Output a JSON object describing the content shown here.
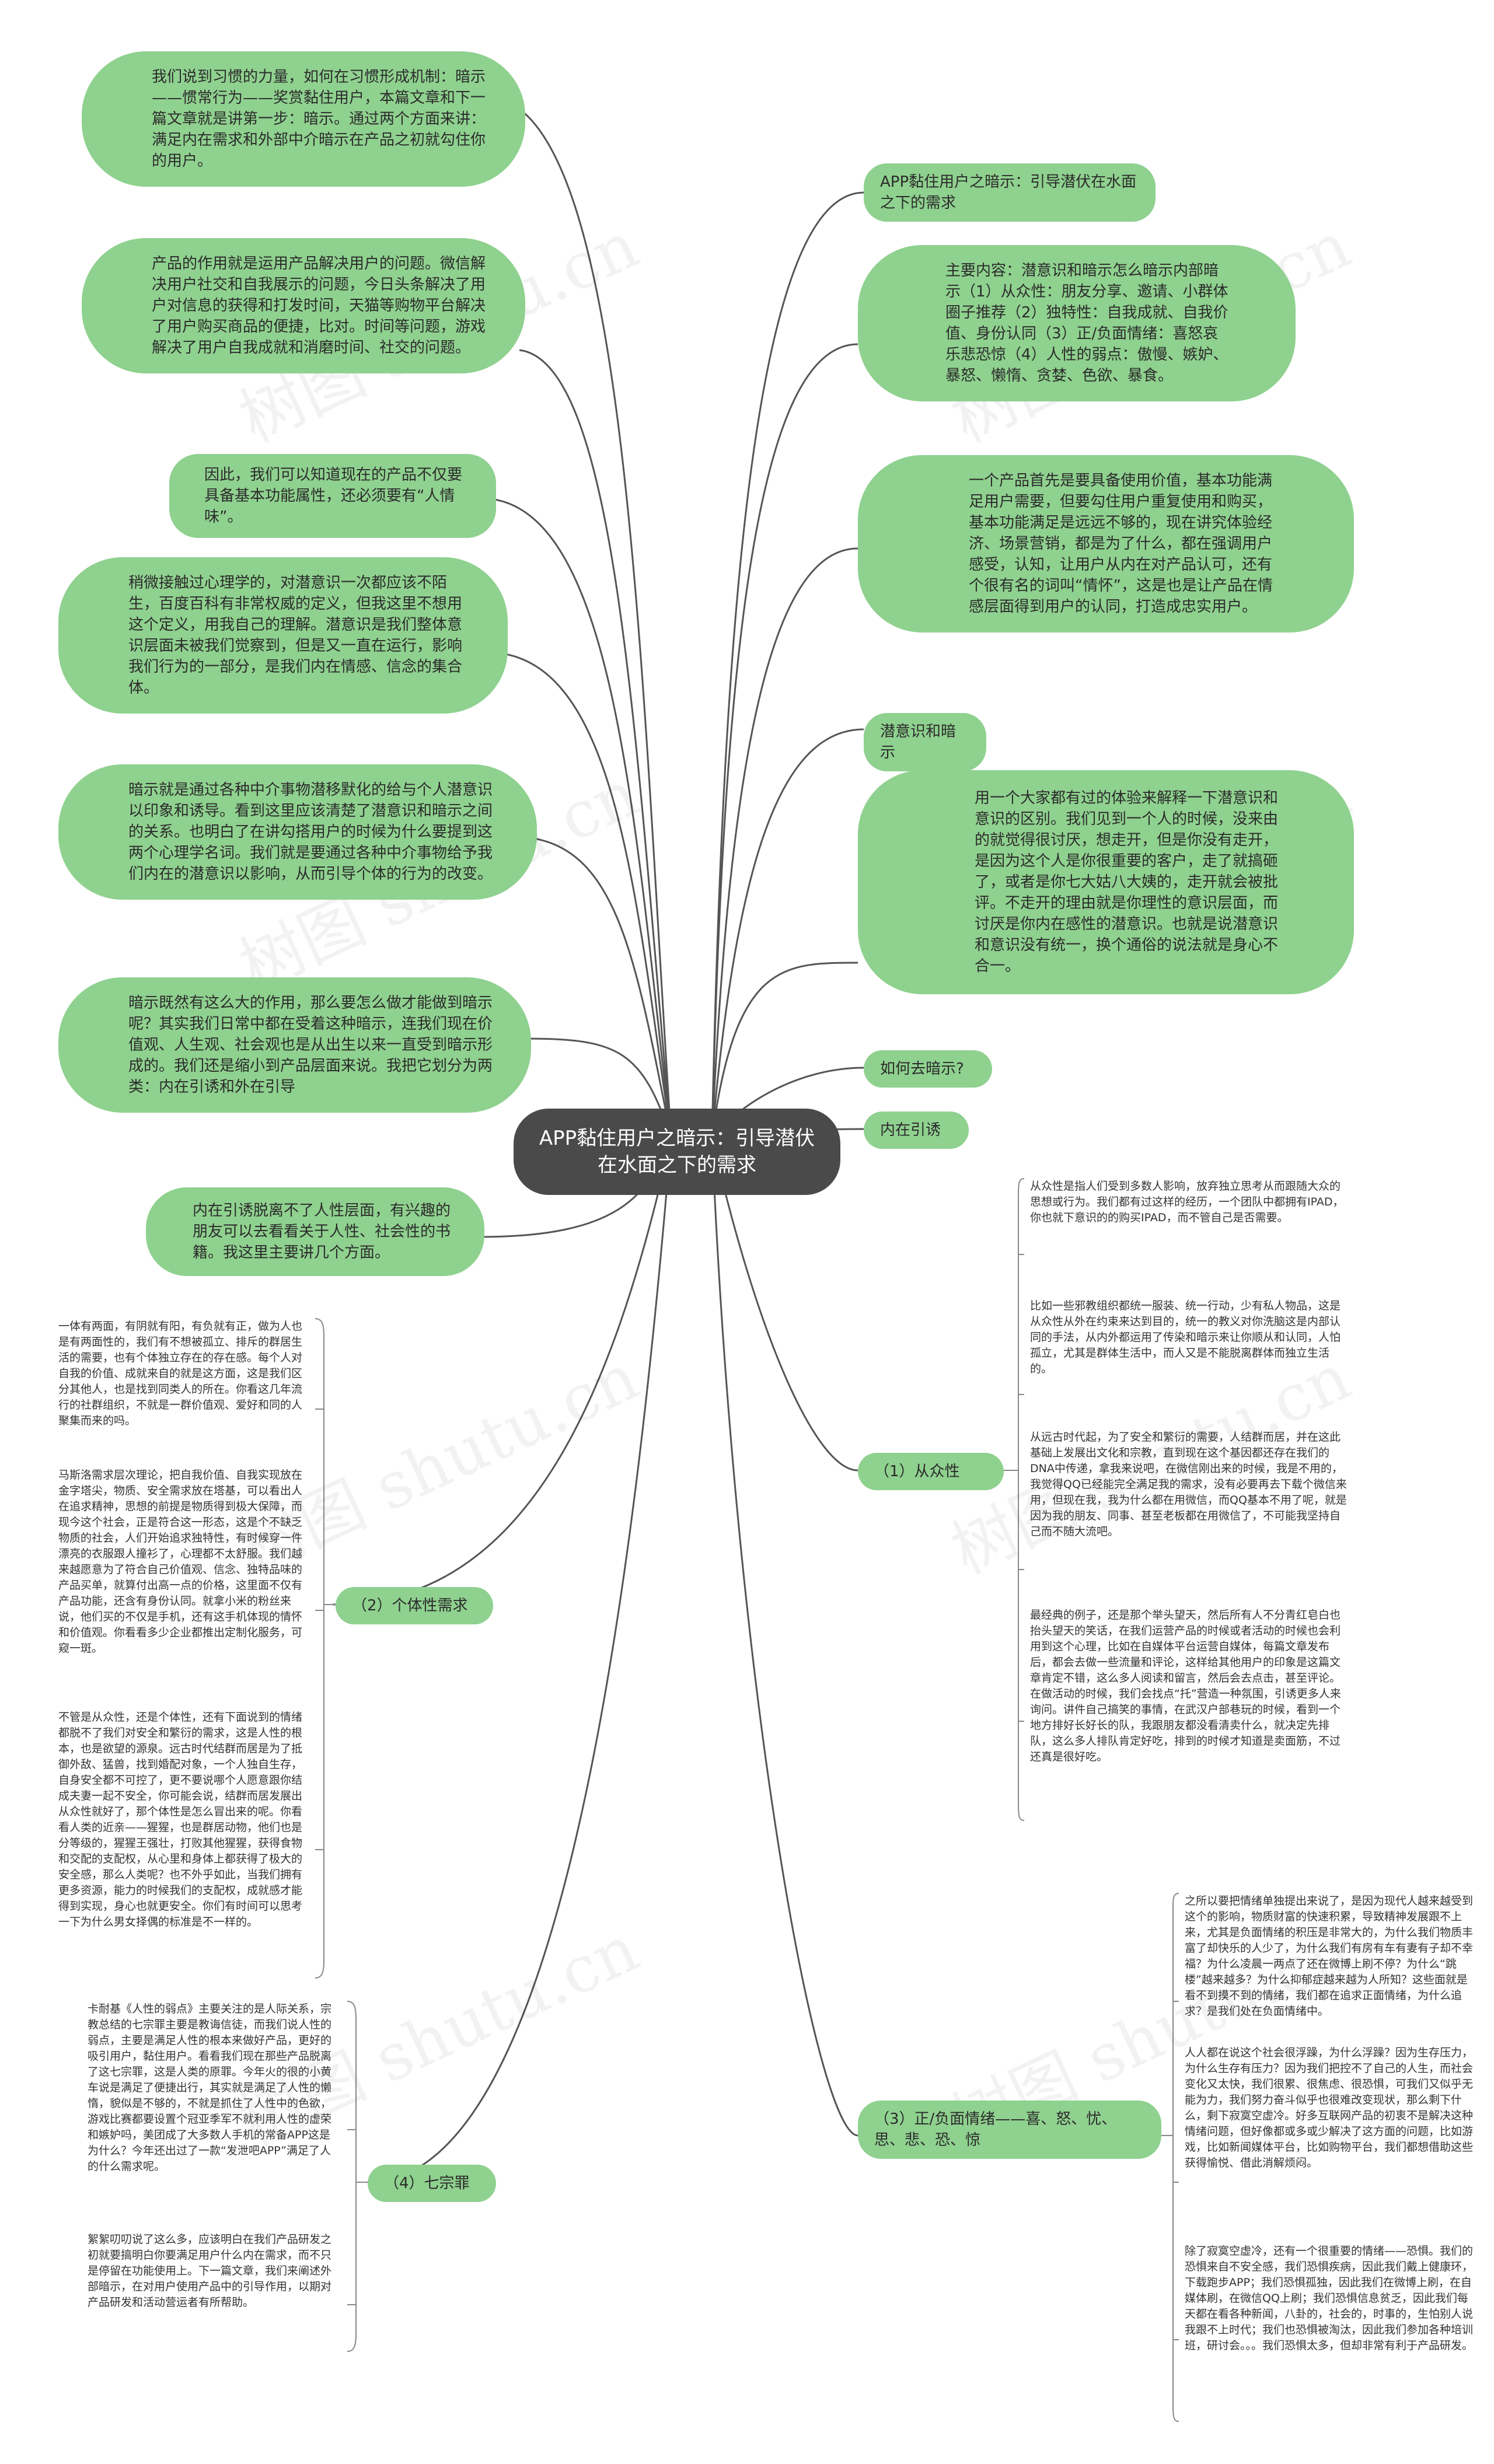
{
  "root": {
    "title": "APP黏住用户之暗示：引导潜伏在水面之下的需求"
  },
  "left_bubbles": [
    "我们说到习惯的力量，如何在习惯形成机制：暗示——惯常行为——奖赏黏住用户，本篇文章和下一篇文章就是讲第一步：暗示。通过两个方面来讲：满足内在需求和外部中介暗示在产品之初就勾住你的用户。",
    "产品的作用就是运用产品解决用户的问题。微信解决用户社交和自我展示的问题，今日头条解决了用户对信息的获得和打发时间，天猫等购物平台解决了用户购买商品的便捷，比对。时间等问题，游戏解决了用户自我成就和消磨时间、社交的问题。",
    "因此，我们可以知道现在的产品不仅要具备基本功能属性，还必须要有“人情味”。",
    "稍微接触过心理学的，对潜意识一次都应该不陌生，百度百科有非常权威的定义，但我这里不想用这个定义，用我自己的理解。潜意识是我们整体意识层面未被我们觉察到，但是又一直在运行，影响我们行为的一部分，是我们内在情感、信念的集合体。",
    "暗示就是通过各种中介事物潜移默化的给与个人潜意识以印象和诱导。看到这里应该清楚了潜意识和暗示之间的关系。也明白了在讲勾搭用户的时候为什么要提到这两个心理学名词。我们就是要通过各种中介事物给予我们内在的潜意识以影响，从而引导个体的行为的改变。",
    "暗示既然有这么大的作用，那么要怎么做才能做到暗示呢？其实我们日常中都在受着这种暗示，连我们现在价值观、人生观、社会观也是从出生以来一直受到暗示形成的。我们还是缩小到产品层面来说。我把它划分为两类：内在引诱和外在引导",
    "内在引诱脱离不了人性层面，有兴趣的朋友可以去看看关于人性、社会性的书籍。我这里主要讲几个方面。"
  ],
  "right_nodes": {
    "title_pill": "APP黏住用户之暗示：引导潜伏在水面之下的需求",
    "main_content": "主要内容：潜意识和暗示怎么暗示内部暗示（1）从众性：朋友分享、邀请、小群体圈子推荐（2）独特性：自我成就、自我价值、身份认同（3）正/负面情绪：喜怒哀乐悲恐惊（4）人性的弱点：傲慢、嫉妒、暴怒、懒惰、贪婪、色欲、暴食。",
    "product_basis": "一个产品首先是要具备使用价值，基本功能满足用户需要，但要勾住用户重复使用和购买，基本功能满足是远远不够的，现在讲究体验经济、场景营销，都是为了什么，都在强调用户感受，认知，让用户从内在对产品认可，还有个很有名的词叫“情怀”，这是也是让产品在情感层面得到用户的认同，打造成忠实用户。",
    "subconscious_pill": "潜意识和暗示",
    "experience": "用一个大家都有过的体验来解释一下潜意识和意识的区别。我们见到一个人的时候，没来由的就觉得很讨厌，想走开，但是你没有走开，是因为这个人是你很重要的客户，走了就搞砸了，或者是你七大姑八大姨的，走开就会被批评。不走开的理由就是你理性的意识层面，而讨厌是你内在感性的潜意识。也就是说潜意识和意识没有统一，换个通俗的说法就是身心不合一。",
    "how_pill": "如何去暗示?",
    "inner_pill": "内在引诱"
  },
  "branches": {
    "conformity": {
      "label": "（1）从众性",
      "notes": [
        "从众性是指人们受到多数人影响，放弃独立思考从而跟随大众的思想或行为。我们都有过这样的经历，一个团队中都拥有IPAD，你也就下意识的的购买IPAD，而不管自己是否需要。",
        "比如一些邪教组织都统一服装、统一行动，少有私人物品，这是从众性从外在约束来达到目的，统一的教义对你洗脑这是内部认同的手法，从内外都运用了传染和暗示来让你顺从和认同，人怕孤立，尤其是群体生活中，而人又是不能脱离群体而独立生活的。",
        "从远古时代起，为了安全和繁衍的需要，人结群而居，并在这此基础上发展出文化和宗教，直到现在这个基因都还存在我们的DNA中传递，拿我来说吧，在微信刚出来的时候，我是不用的，我觉得QQ已经能完全满足我的需求，没有必要再去下载个微信来用，但现在我，我为什么都在用微信，而QQ基本不用了呢，就是因为我的朋友、同事、甚至老板都在用微信了，不可能我坚持自己而不随大流吧。",
        "最经典的例子，还是那个举头望天，然后所有人不分青红皂白也抬头望天的笑话，在我们运营产品的时候或者活动的时候也会利用到这个心理，比如在自媒体平台运营自媒体，每篇文章发布后，都会去做一些流量和评论，这样给其他用户的印象是这篇文章肯定不错，这么多人阅读和留言，然后会去点击，甚至评论。在做活动的时候，我们会找点“托”营造一种氛围，引诱更多人来询问。讲件自己搞笑的事情，在武汉户部巷玩的时候，看到一个地方排好长好长的队，我跟朋友都没看清卖什么，就决定先排队，这么多人排队肯定好吃，排到的时候才知道是卖面筋，不过还真是很好吃。"
      ]
    },
    "individuality": {
      "label": "（2）个体性需求",
      "notes": [
        "一体有两面，有阴就有阳，有负就有正，做为人也是有两面性的，我们有不想被孤立、排斥的群居生活的需要，也有个体独立存在的存在感。每个人对自我的价值、成就来自的就是这方面，这是我们区分其他人，也是找到同类人的所在。你看这几年流行的社群组织，不就是一群价值观、爱好和同的人聚集而来的吗。",
        "马斯洛需求层次理论，把自我价值、自我实现放在金字塔尖，物质、安全需求放在塔基，可以看出人在追求精神，思想的前提是物质得到极大保障，而现今这个社会，正是符合这一形态，这是个不缺乏物质的社会，人们开始追求独特性，有时候穿一件漂亮的衣服跟人撞衫了，心理都不太舒服。我们越来越愿意为了符合自己价值观、信念、独特品味的产品买单，就算付出高一点的价格，这里面不仅有产品功能，还含有身份认同。就拿小米的粉丝来说，他们买的不仅是手机，还有这手机体现的情怀和价值观。你看看多少企业都推出定制化服务，可窥一斑。",
        "不管是从众性，还是个体性，还有下面说到的情绪都脱不了我们对安全和繁衍的需求，这是人性的根本，也是欲望的源泉。远古时代结群而居是为了抵御外敌、猛兽，找到婚配对象，一个人独自生存，自身安全都不可控了，更不要说哪个人愿意跟你结成夫妻一起不安全，你可能会说，结群而居发展出从众性就好了，那个体性是怎么冒出来的呢。你看看人类的近亲——猩猩，也是群居动物，他们也是分等级的，猩猩王强壮，打败其他猩猩，获得食物和交配的支配权，从心里和身体上都获得了极大的安全感，那么人类呢？也不外乎如此，当我们拥有更多资源，能力的时候我们的支配权，成就感才能得到实现，身心也就更安全。你们有时间可以思考一下为什么男女择偶的标准是不一样的。"
      ]
    },
    "emotion": {
      "label": "（3）正/负面情绪——喜、怒、忧、思、悲、恐、惊",
      "notes": [
        "之所以要把情绪单独提出来说了，是因为现代人越来越受到这个的影响，物质财富的快速积累，导致精神发展跟不上来，尤其是负面情绪的积压是非常大的，为什么我们物质丰富了却快乐的人少了，为什么我们有房有车有妻有子却不幸福？为什么凌晨一两点了还在微博上刷不停？为什么“跳楼”越来越多？为什么抑郁症越来越为人所知？这些面就是看不到摸不到的情绪，我们都在追求正面情绪，为什么追求？是我们处在负面情绪中。",
        "人人都在说这个社会很浮躁，为什么浮躁？因为生存压力，为什么生存有压力？因为我们把控不了自己的人生，而社会变化又太快，我们很累、很焦虑、很恐惧，可我们又似乎无能为力，我们努力奋斗似乎也很难改变现状，那么剩下什么，剩下寂寞空虚冷。好多互联网产品的初衷不是解决这种情绪问题，但好像都或多或少解决了这方面的问题，比如游戏，比如新闻媒体平台，比如购物平台，我们都想借助这些获得愉悦、借此消解烦闷。",
        "除了寂寞空虚冷，还有一个很重要的情绪——恐惧。我们的恐惧来自不安全感，我们恐惧疾病，因此我们戴上健康环，下载跑步APP；我们恐惧孤独，因此我们在微博上刷，在自媒体刷，在微信QQ上刷；我们恐惧信息贫乏，因此我们每天都在看各种新闻，八卦的，社会的，时事的，生怕别人说我跟不上时代；我们也恐惧被淘汰，因此我们参加各种培训班，研讨会。。。我们恐惧太多，但却非常有利于产品研发。"
      ]
    },
    "seven_sins": {
      "label": "（4）七宗罪",
      "notes": [
        "卡耐基《人性的弱点》主要关注的是人际关系，宗教总结的七宗罪主要是教诲信徒，而我们说人性的弱点，主要是满足人性的根本来做好产品，更好的吸引用户，黏住用户。看看我们现在那些产品脱离了这七宗罪，这是人类的原罪。今年火的很的小黄车说是满足了便捷出行，其实就是满足了人性的懒惰，貌似是不够的，不就是抓住了人性中的色欲，游戏比赛都要设置个冠亚季军不就利用人性的虚荣和嫉妒吗，美团成了大多数人手机的常备APP这是为什么？今年还出过了一款“发泄吧APP”满足了人的什么需求呢。",
        "絮絮叨叨说了这么多，应该明白在我们产品研发之初就要搞明白你要满足用户什么内在需求，而不只是停留在功能使用上。下一篇文章，我们来阐述外部暗示，在对用户使用产品中的引导作用，以期对产品研发和活动营运者有所帮助。"
      ]
    }
  },
  "colors": {
    "bubble": "#8fd18f",
    "root": "#4a4a4a",
    "line": "#555555",
    "bracket": "#888888"
  },
  "watermark": "树图 shutu.cn"
}
